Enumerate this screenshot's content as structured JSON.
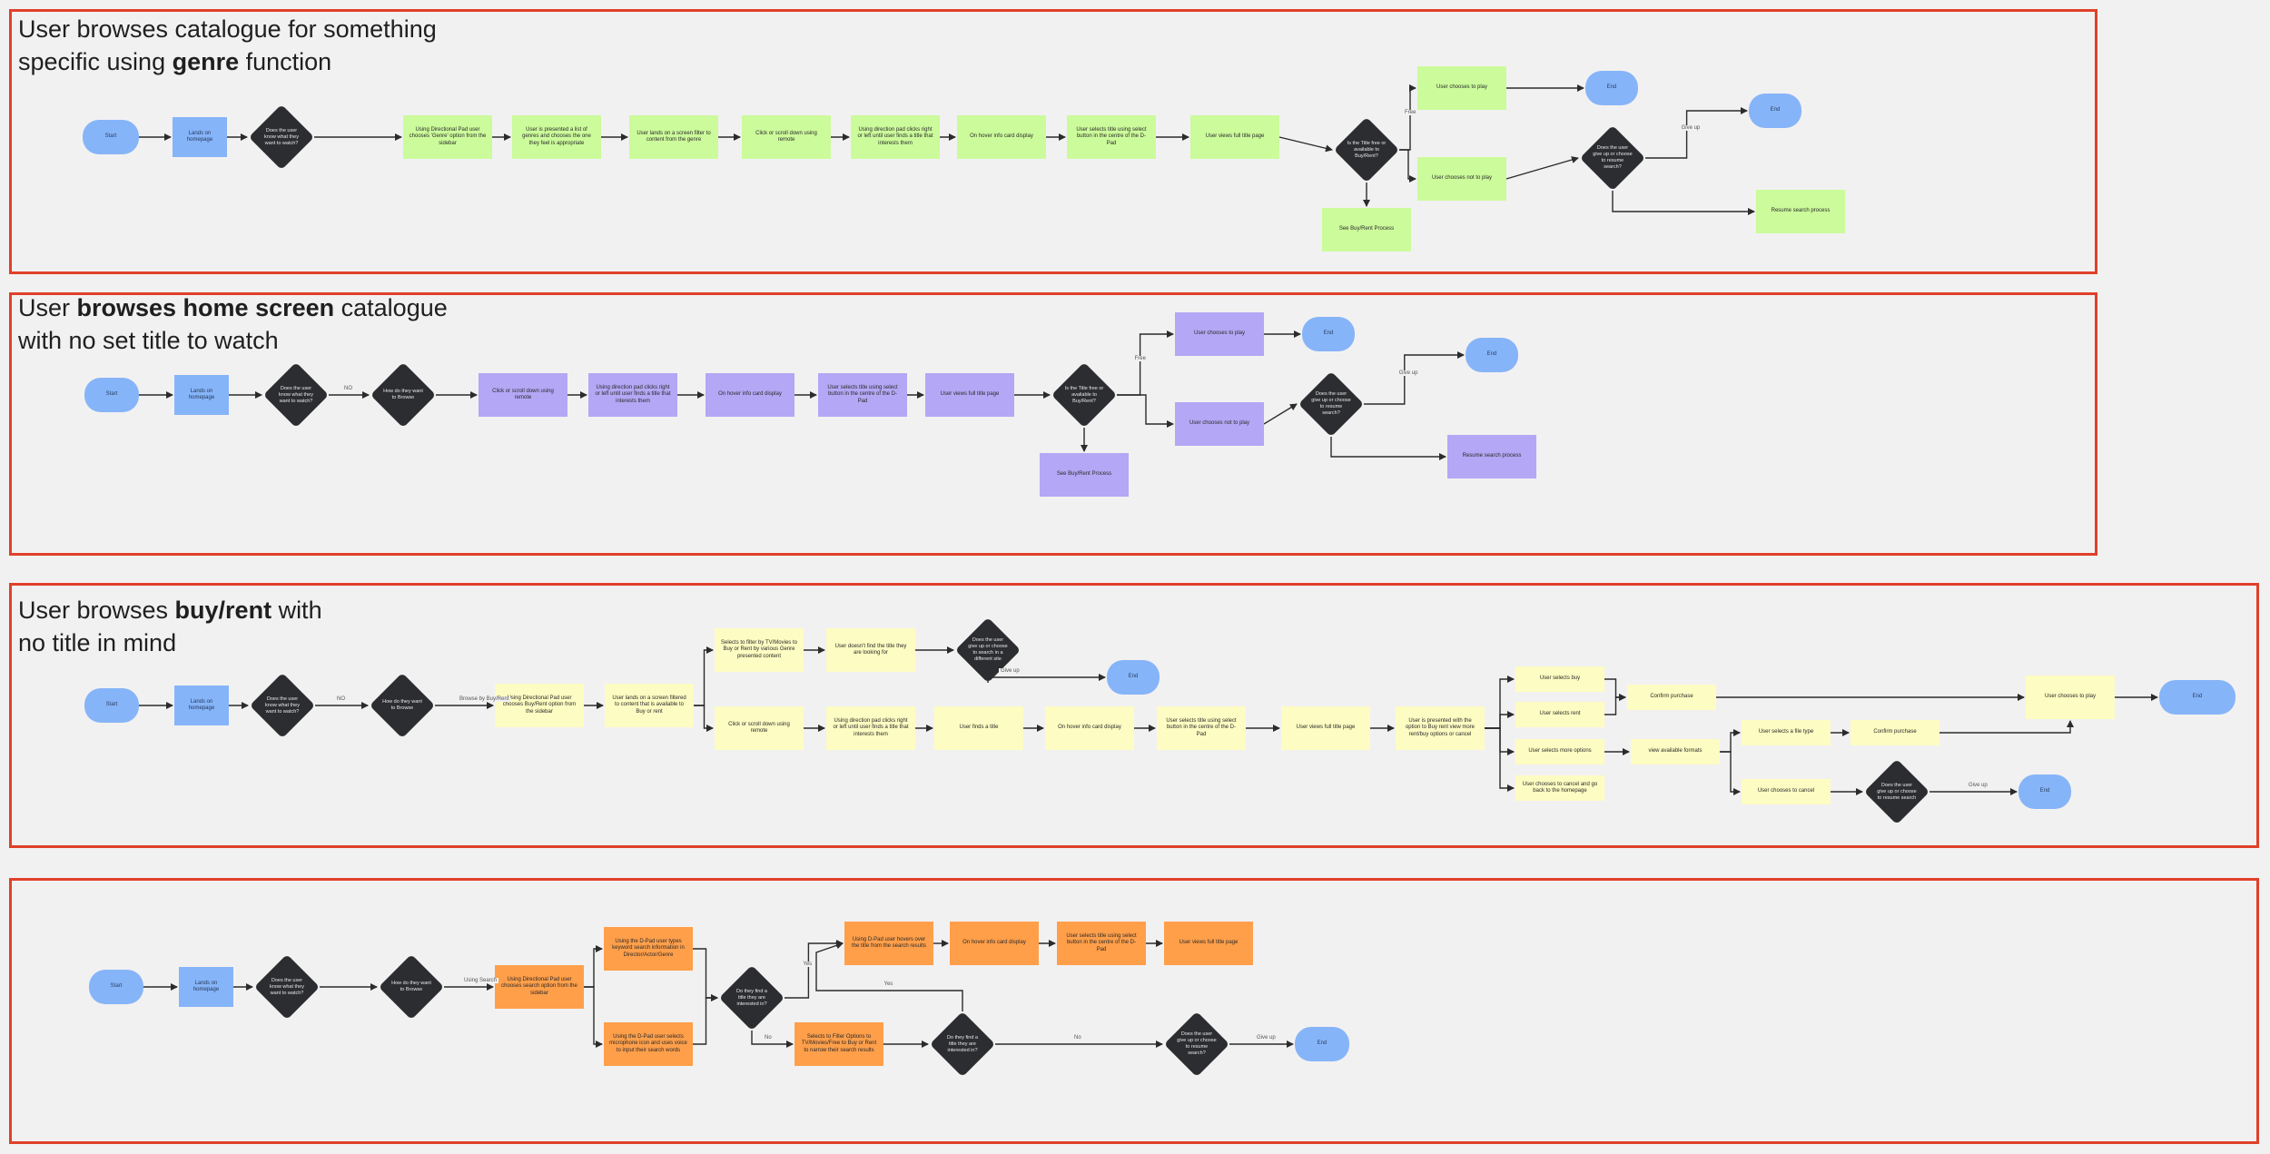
{
  "frames": [
    {
      "id": "genre",
      "title_lines": [
        [
          {
            "t": "User browses catalogue for something",
            "b": false
          }
        ],
        [
          {
            "t": "specific using ",
            "b": false
          },
          {
            "t": "genre",
            "b": true
          },
          {
            "t": " function",
            "b": false
          }
        ]
      ]
    },
    {
      "id": "home",
      "title_lines": [
        [
          {
            "t": "User ",
            "b": false
          },
          {
            "t": "browses home screen",
            "b": true
          },
          {
            "t": " catalogue",
            "b": false
          }
        ],
        [
          {
            "t": "with no set title to watch",
            "b": false
          }
        ]
      ]
    },
    {
      "id": "buyrent",
      "title_lines": [
        [
          {
            "t": "User browses ",
            "b": false
          },
          {
            "t": "buy/rent",
            "b": true
          },
          {
            "t": " with",
            "b": false
          }
        ],
        [
          {
            "t": "no title in mind",
            "b": false
          }
        ]
      ]
    },
    {
      "id": "search",
      "title_lines": []
    }
  ],
  "nodes": [
    {
      "id": "g_start",
      "kind": "term",
      "text": "Start"
    },
    {
      "id": "g_land",
      "kind": "step",
      "color": "blue",
      "text": "Lands on homepage"
    },
    {
      "id": "g_d1",
      "kind": "decision",
      "text": "Does the user know what they want to watch?"
    },
    {
      "id": "g_s1",
      "kind": "step",
      "color": "green",
      "text": "Using Directional Pad user chooses 'Genre' option from the sidebar"
    },
    {
      "id": "g_s2",
      "kind": "step",
      "color": "green",
      "text": "User is presented a list of genres and chooses the one they feel is appropriate"
    },
    {
      "id": "g_s3",
      "kind": "step",
      "color": "green",
      "text": "User lands on a screen filter to content from the genre"
    },
    {
      "id": "g_s4",
      "kind": "step",
      "color": "green",
      "text": "Click or scroll down using remote"
    },
    {
      "id": "g_s5",
      "kind": "step",
      "color": "green",
      "text": "Using direction pad clicks right or left until user finds a title that interests them"
    },
    {
      "id": "g_s6",
      "kind": "step",
      "color": "green",
      "text": "On hover info card display"
    },
    {
      "id": "g_s7",
      "kind": "step",
      "color": "green",
      "text": "User selects title using select button in the centre of the D-Pad"
    },
    {
      "id": "g_s8",
      "kind": "step",
      "color": "green",
      "text": "User views full title page"
    },
    {
      "id": "g_d2",
      "kind": "decision",
      "text": "Is the Title free or available to Buy/Rent?"
    },
    {
      "id": "g_play",
      "kind": "step",
      "color": "green",
      "text": "User chooses to play"
    },
    {
      "id": "g_end1",
      "kind": "term",
      "text": "End"
    },
    {
      "id": "g_notplay",
      "kind": "step",
      "color": "green",
      "text": "User chooses not to play"
    },
    {
      "id": "g_d3",
      "kind": "decision",
      "text": "Does the user give up or choose to resume search?"
    },
    {
      "id": "g_end2",
      "kind": "term",
      "text": "End"
    },
    {
      "id": "g_resume",
      "kind": "step",
      "color": "green",
      "text": "Resume search process"
    },
    {
      "id": "g_buy",
      "kind": "step",
      "color": "green",
      "text": "See Buy/Rent Process"
    },
    {
      "id": "h_start",
      "kind": "term",
      "text": "Start"
    },
    {
      "id": "h_land",
      "kind": "step",
      "color": "blue",
      "text": "Lands on homepage"
    },
    {
      "id": "h_d1",
      "kind": "decision",
      "text": "Does the user know what they want to watch?"
    },
    {
      "id": "h_d2",
      "kind": "decision",
      "text": "How do they want to Browse"
    },
    {
      "id": "h_s1",
      "kind": "step",
      "color": "purple",
      "text": "Click or scroll down using remote"
    },
    {
      "id": "h_s2",
      "kind": "step",
      "color": "purple",
      "text": "Using direction pad clicks right or left until user finds a title that interests them"
    },
    {
      "id": "h_s3",
      "kind": "step",
      "color": "purple",
      "text": "On hover info card display"
    },
    {
      "id": "h_s4",
      "kind": "step",
      "color": "purple",
      "text": "User selects title using select button in the centre of the D-Pad"
    },
    {
      "id": "h_s5",
      "kind": "step",
      "color": "purple",
      "text": "User views full title page"
    },
    {
      "id": "h_d3",
      "kind": "decision",
      "text": "Is the Title free or available to Buy/Rent?"
    },
    {
      "id": "h_play",
      "kind": "step",
      "color": "purple",
      "text": "User chooses to play"
    },
    {
      "id": "h_end1",
      "kind": "term",
      "text": "End"
    },
    {
      "id": "h_notplay",
      "kind": "step",
      "color": "purple",
      "text": "User chooses not to play"
    },
    {
      "id": "h_d4",
      "kind": "decision",
      "text": "Does the user give up or choose to resume search?"
    },
    {
      "id": "h_end2",
      "kind": "term",
      "text": "End"
    },
    {
      "id": "h_resume",
      "kind": "step",
      "color": "purple",
      "text": "Resume search process"
    },
    {
      "id": "h_buy",
      "kind": "step",
      "color": "purple",
      "text": "See Buy/Rent Process"
    },
    {
      "id": "b_start",
      "kind": "term",
      "text": "Start"
    },
    {
      "id": "b_land",
      "kind": "step",
      "color": "blue",
      "text": "Lands on homepage"
    },
    {
      "id": "b_d1",
      "kind": "decision",
      "text": "Does the user know what they want to watch?"
    },
    {
      "id": "b_d2",
      "kind": "decision",
      "text": "How do they want to Browse"
    },
    {
      "id": "b_s1",
      "kind": "step",
      "color": "yellow",
      "text": "Using Directional Pad user chooses Buy/Rent option from the sidebar"
    },
    {
      "id": "b_s2",
      "kind": "step",
      "color": "yellow",
      "text": "User lands on a screen filtered to content that is available to Buy or rent"
    },
    {
      "id": "b_up1",
      "kind": "step",
      "color": "yellow",
      "text": "Selects to filter by TV/Movies to Buy or Rent by various Genre presented content"
    },
    {
      "id": "b_up2",
      "kind": "step",
      "color": "yellow",
      "text": "User doesn't find the title they are looking for"
    },
    {
      "id": "b_d3",
      "kind": "decision",
      "text": "Does the user give up or choose to search in a different site"
    },
    {
      "id": "b_end1",
      "kind": "term",
      "text": "End"
    },
    {
      "id": "b_m1",
      "kind": "step",
      "color": "yellow",
      "text": "Click or scroll down using remote"
    },
    {
      "id": "b_m2",
      "kind": "step",
      "color": "yellow",
      "text": "Using direction pad clicks right or left until user finds a title that interests them"
    },
    {
      "id": "b_m3",
      "kind": "step",
      "color": "yellow",
      "text": "User finds a title"
    },
    {
      "id": "b_m4",
      "kind": "step",
      "color": "yellow",
      "text": "On hover info card display"
    },
    {
      "id": "b_m5",
      "kind": "step",
      "color": "yellow",
      "text": "User selects title using select button in the centre of the D-Pad"
    },
    {
      "id": "b_m6",
      "kind": "step",
      "color": "yellow",
      "text": "User views full title page"
    },
    {
      "id": "b_m7",
      "kind": "step",
      "color": "yellow",
      "text": "User is presented with the option to Buy rent view more rent/buy options or cancel"
    },
    {
      "id": "b_o1",
      "kind": "step",
      "color": "yellow",
      "text": "User selects buy"
    },
    {
      "id": "b_o2",
      "kind": "step",
      "color": "yellow",
      "text": "User selects rent"
    },
    {
      "id": "b_o3",
      "kind": "step",
      "color": "yellow",
      "text": "User selects more options"
    },
    {
      "id": "b_o4",
      "kind": "step",
      "color": "yellow",
      "text": "User chooses to cancel and go back to the homepage"
    },
    {
      "id": "b_confirm1",
      "kind": "step",
      "color": "yellow",
      "text": "Confirm purchase"
    },
    {
      "id": "b_view",
      "kind": "step",
      "color": "yellow",
      "text": "view available formats"
    },
    {
      "id": "b_fmt",
      "kind": "step",
      "color": "yellow",
      "text": "User selects a file type"
    },
    {
      "id": "b_confirm2",
      "kind": "step",
      "color": "yellow",
      "text": "Confirm purchase"
    },
    {
      "id": "b_cancel",
      "kind": "step",
      "color": "yellow",
      "text": "User chooses to cancel"
    },
    {
      "id": "b_d4",
      "kind": "decision",
      "text": "Does the user give up or choose to resume search"
    },
    {
      "id": "b_end2",
      "kind": "term",
      "text": "End"
    },
    {
      "id": "b_play",
      "kind": "step",
      "color": "yellow",
      "text": "User chooses to play"
    },
    {
      "id": "b_end3",
      "kind": "term",
      "text": "End"
    },
    {
      "id": "s_start",
      "kind": "term",
      "text": "Start"
    },
    {
      "id": "s_land",
      "kind": "step",
      "color": "blue",
      "text": "Lands on homepage"
    },
    {
      "id": "s_d1",
      "kind": "decision",
      "text": "Does the user know what they want to watch?"
    },
    {
      "id": "s_d2",
      "kind": "decision",
      "text": "How do they want to Browse"
    },
    {
      "id": "s_s1",
      "kind": "step",
      "color": "orange",
      "text": "Using Directional Pad user chooses search option from the sidebar"
    },
    {
      "id": "s_a1",
      "kind": "step",
      "color": "orange",
      "text": "Using the D-Pad user types keyword search information in Director/Actor/Genre"
    },
    {
      "id": "s_a2",
      "kind": "step",
      "color": "orange",
      "text": "Using the D-Pad user selects microphone icon and uses voice to input their search words"
    },
    {
      "id": "s_d3",
      "kind": "decision",
      "text": "Do they find a title they are interested in?"
    },
    {
      "id": "s_t1",
      "kind": "step",
      "color": "orange",
      "text": "Using D-Pad user hovers over the title from the search results"
    },
    {
      "id": "s_t2",
      "kind": "step",
      "color": "orange",
      "text": "On hover info card display"
    },
    {
      "id": "s_t3",
      "kind": "step",
      "color": "orange",
      "text": "User selects title using select button in the centre of the D-Pad"
    },
    {
      "id": "s_t4",
      "kind": "step",
      "color": "orange",
      "text": "User views full title page"
    },
    {
      "id": "s_f1",
      "kind": "step",
      "color": "orange",
      "text": "Selects to Filter Options to TV/Movies/Free to Buy or Rent to narrow their search results"
    },
    {
      "id": "s_d4",
      "kind": "decision",
      "text": "Do they find a title they are interested in?"
    },
    {
      "id": "s_d5",
      "kind": "decision",
      "text": "Does the user give up or choose to resume search?"
    },
    {
      "id": "s_end",
      "kind": "term",
      "text": "End"
    }
  ],
  "edges": [
    {
      "path": "g_start-g_land"
    },
    {
      "path": "g_land-g_d1"
    },
    {
      "path": "g_d1-g_s1"
    },
    {
      "path": "g_s1-g_s2"
    },
    {
      "path": "g_s2-g_s3"
    },
    {
      "path": "g_s3-g_s4"
    },
    {
      "path": "g_s4-g_s5"
    },
    {
      "path": "g_s5-g_s6"
    },
    {
      "path": "g_s6-g_s7"
    },
    {
      "path": "g_s7-g_s8"
    },
    {
      "path": "g_s8-g_d2"
    },
    {
      "path": "g_d2-g_play",
      "label": "Free"
    },
    {
      "path": "g_d2-g_notplay"
    },
    {
      "path": "g_d2-g_buy"
    },
    {
      "path": "g_play-g_end1"
    },
    {
      "path": "g_notplay-g_d3"
    },
    {
      "path": "g_d3-g_end2",
      "label": "Give up"
    },
    {
      "path": "g_d3-g_resume"
    },
    {
      "path": "h_start-h_land"
    },
    {
      "path": "h_land-h_d1"
    },
    {
      "path": "h_d1-h_d2",
      "label": "NO"
    },
    {
      "path": "h_d2-h_s1"
    },
    {
      "path": "h_s1-h_s2"
    },
    {
      "path": "h_s2-h_s3"
    },
    {
      "path": "h_s3-h_s4"
    },
    {
      "path": "h_s4-h_s5"
    },
    {
      "path": "h_s5-h_d3"
    },
    {
      "path": "h_d3-h_play",
      "label": "Free"
    },
    {
      "path": "h_d3-h_notplay"
    },
    {
      "path": "h_d3-h_buy"
    },
    {
      "path": "h_play-h_end1"
    },
    {
      "path": "h_notplay-h_d4"
    },
    {
      "path": "h_d4-h_end2",
      "label": "Give up"
    },
    {
      "path": "h_d4-h_resume"
    },
    {
      "path": "b_start-b_land"
    },
    {
      "path": "b_land-b_d1"
    },
    {
      "path": "b_d1-b_d2",
      "label": "NO"
    },
    {
      "path": "b_d2-b_s1",
      "label": "Browse by Buy/Rent"
    },
    {
      "path": "b_s1-b_s2"
    },
    {
      "path": "b_s2-b_up1"
    },
    {
      "path": "b_s2-b_m1"
    },
    {
      "path": "b_up1-b_up2"
    },
    {
      "path": "b_up2-b_d3"
    },
    {
      "path": "b_d3-b_end1",
      "label": "Give up"
    },
    {
      "path": "b_m1-b_m2"
    },
    {
      "path": "b_m2-b_m3"
    },
    {
      "path": "b_m3-b_m4"
    },
    {
      "path": "b_m4-b_m5"
    },
    {
      "path": "b_m5-b_m6"
    },
    {
      "path": "b_m6-b_m7"
    },
    {
      "path": "b_m7-b_o1"
    },
    {
      "path": "b_m7-b_o2"
    },
    {
      "path": "b_m7-b_o3"
    },
    {
      "path": "b_m7-b_o4"
    },
    {
      "path": "b_o1-b_confirm1"
    },
    {
      "path": "b_o2-b_confirm1"
    },
    {
      "path": "b_confirm1-b_play"
    },
    {
      "path": "b_o3-b_view"
    },
    {
      "path": "b_view-b_fmt"
    },
    {
      "path": "b_view-b_cancel"
    },
    {
      "path": "b_fmt-b_confirm2"
    },
    {
      "path": "b_confirm2-b_play"
    },
    {
      "path": "b_cancel-b_d4"
    },
    {
      "path": "b_d4-b_end2",
      "label": "Give up"
    },
    {
      "path": "b_play-b_end3"
    },
    {
      "path": "s_start-s_land"
    },
    {
      "path": "s_land-s_d1"
    },
    {
      "path": "s_d1-s_d2"
    },
    {
      "path": "s_d2-s_s1",
      "label": "Using Search"
    },
    {
      "path": "s_s1-s_a1"
    },
    {
      "path": "s_s1-s_a2"
    },
    {
      "path": "s_a1-s_d3"
    },
    {
      "path": "s_a2-s_d3"
    },
    {
      "path": "s_d3-s_t1",
      "label": "Yes"
    },
    {
      "path": "s_d3-s_f1",
      "label": "No"
    },
    {
      "path": "s_t1-s_t2"
    },
    {
      "path": "s_t2-s_t3"
    },
    {
      "path": "s_t3-s_t4"
    },
    {
      "path": "s_f1-s_d4"
    },
    {
      "path": "s_d4-s_t1",
      "label": "Yes"
    },
    {
      "path": "s_d4-s_d5",
      "label": "No"
    },
    {
      "path": "s_d5-s_end",
      "label": "Give up"
    }
  ],
  "colors": {
    "frame_border": "#e0402a",
    "background": "#f2f1f1",
    "terminal": "#86b4f8",
    "decision": "#2c2d30",
    "green": "#ccfb9b",
    "purple": "#b4a7f5",
    "yellow": "#fdfcc2",
    "orange": "#ff9f4a",
    "connector": "#2b2b2b"
  }
}
